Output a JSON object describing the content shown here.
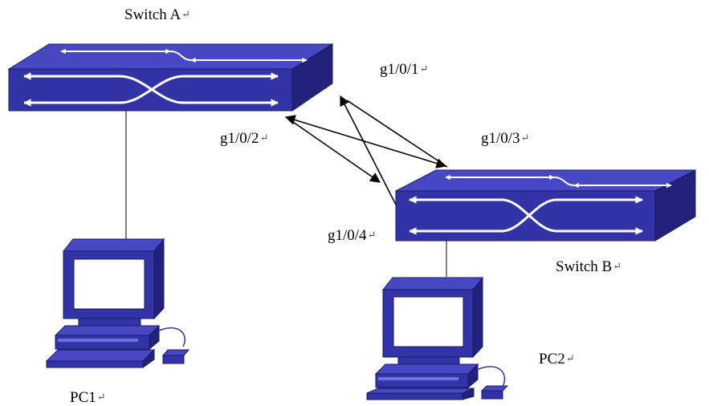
{
  "switch_a": {
    "label": "Switch A"
  },
  "switch_b": {
    "label": "Switch B"
  },
  "pc1": {
    "label": "PC1"
  },
  "pc2": {
    "label": "PC2"
  },
  "ports": {
    "g101": "g1/0/1",
    "g102": "g1/0/2",
    "g103": "g1/0/3",
    "g104": "g1/0/4"
  },
  "return_mark": "↵",
  "colors": {
    "device_fill": "#3333a8",
    "device_top": "#4646c2",
    "device_side": "#23237e",
    "arrow_white": "#ffffff",
    "connector": "#000000"
  }
}
